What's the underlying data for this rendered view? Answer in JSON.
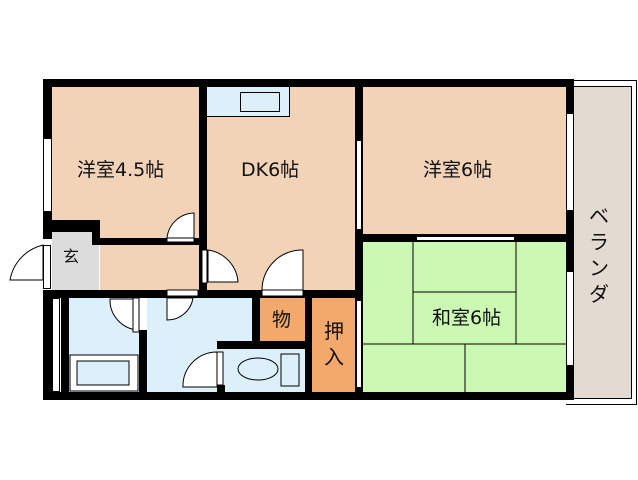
{
  "floorplan": {
    "rooms": {
      "western_room_1": {
        "label": "洋室4.5帖",
        "color": "#F2D3B8"
      },
      "dining_kitchen": {
        "label": "DK6帖",
        "color": "#F2D3B8"
      },
      "western_room_2": {
        "label": "洋室6帖",
        "color": "#F2D3B8"
      },
      "japanese_room": {
        "label": "和室6帖",
        "color": "#CBF9B4"
      },
      "entrance": {
        "label": "玄",
        "color": "#DCDCDC"
      },
      "storage": {
        "label": "物",
        "color": "#F3A96B"
      },
      "closet": {
        "label": "押入",
        "color": "#F3A96B"
      },
      "balcony": {
        "label": "ベランダ",
        "color": "#E3DAD2"
      },
      "bathroom": {
        "label": "",
        "color": "#DCF0FC"
      },
      "washroom": {
        "label": "",
        "color": "#DCF0FC"
      },
      "toilet": {
        "label": "",
        "color": "#DCF0FC"
      }
    },
    "colors": {
      "wall": "#000000",
      "wet_area": "#DCF0FC",
      "tatami": "#CBF9B4"
    }
  }
}
